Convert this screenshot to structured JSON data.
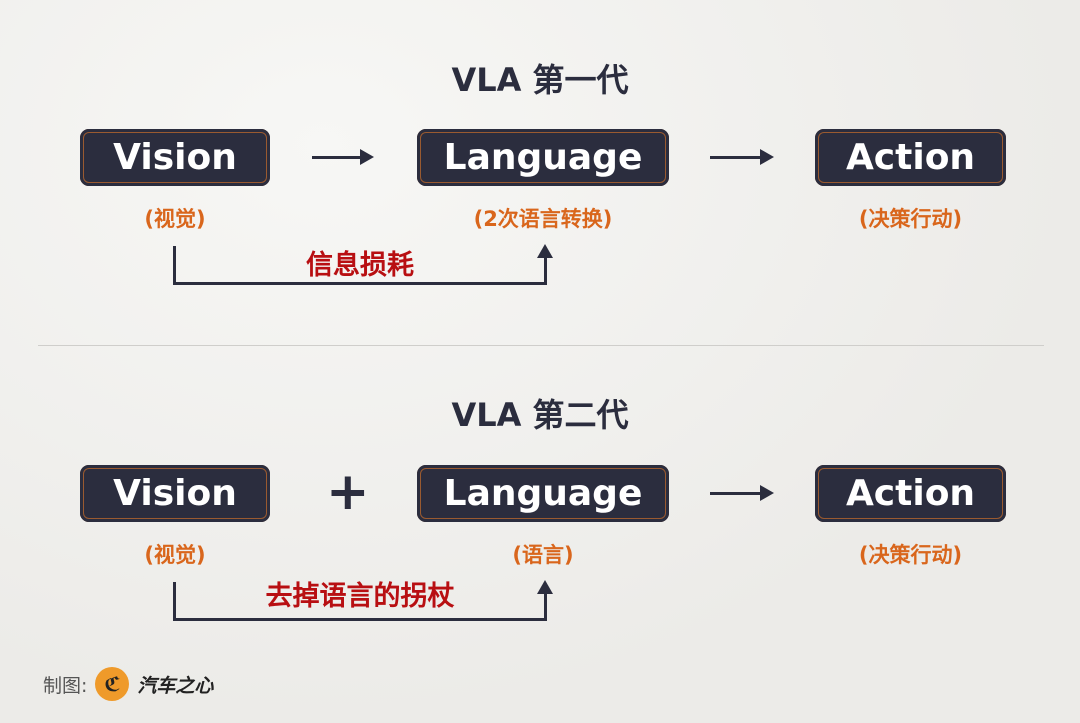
{
  "gen1": {
    "title": "VLA 第一代",
    "vision": "Vision",
    "language": "Language",
    "action": "Action",
    "vision_sub": "(视觉)",
    "language_sub": "(2次语言转换)",
    "action_sub": "(决策行动)",
    "loss": "信息损耗"
  },
  "gen2": {
    "title": "VLA 第二代",
    "vision": "Vision",
    "plus": "+",
    "language": "Language",
    "action": "Action",
    "vision_sub": "(视觉)",
    "language_sub": "(语言)",
    "action_sub": "(决策行动)",
    "note": "去掉语言的拐杖"
  },
  "footer": {
    "label": "制图:",
    "brand": "汽车之心"
  },
  "colors": {
    "box": "#2b2d3e",
    "orange": "#d9661c",
    "red": "#b80f12"
  }
}
